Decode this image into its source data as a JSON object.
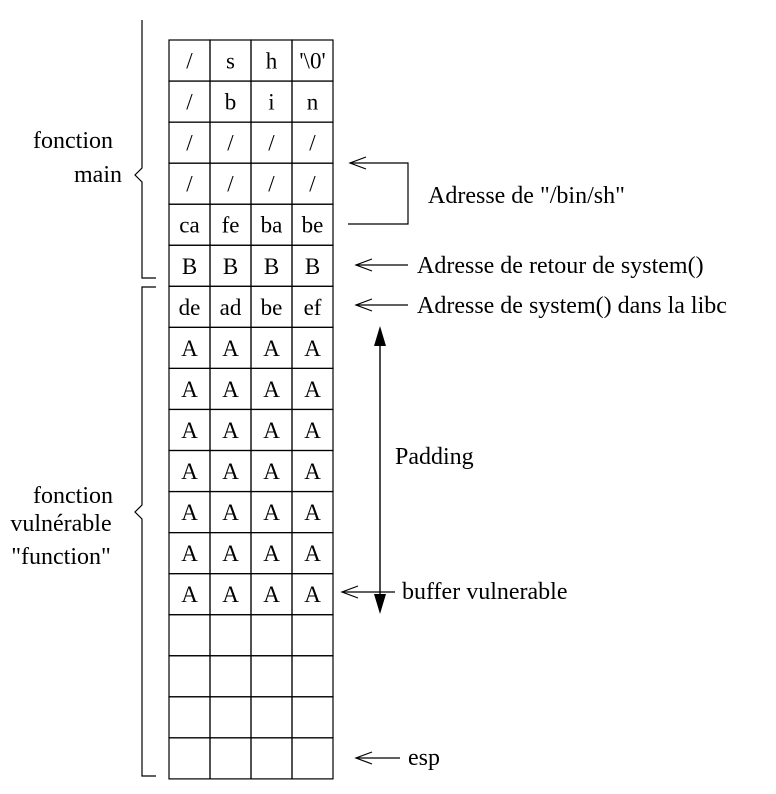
{
  "stack": {
    "rows": [
      [
        "/",
        "s",
        "h",
        "'\\0'"
      ],
      [
        "/",
        "b",
        "i",
        "n"
      ],
      [
        "/",
        "/",
        "/",
        "/"
      ],
      [
        "/",
        "/",
        "/",
        "/"
      ],
      [
        "ca",
        "fe",
        "ba",
        "be"
      ],
      [
        "B",
        "B",
        "B",
        "B"
      ],
      [
        "de",
        "ad",
        "be",
        "ef"
      ],
      [
        "A",
        "A",
        "A",
        "A"
      ],
      [
        "A",
        "A",
        "A",
        "A"
      ],
      [
        "A",
        "A",
        "A",
        "A"
      ],
      [
        "A",
        "A",
        "A",
        "A"
      ],
      [
        "A",
        "A",
        "A",
        "A"
      ],
      [
        "A",
        "A",
        "A",
        "A"
      ],
      [
        "A",
        "A",
        "A",
        "A"
      ],
      [
        "",
        "",
        "",
        ""
      ],
      [
        "",
        "",
        "",
        ""
      ],
      [
        "",
        "",
        "",
        ""
      ],
      [
        "",
        "",
        "",
        ""
      ]
    ]
  },
  "frames": {
    "main": [
      "fonction",
      "main"
    ],
    "vulnerable": [
      "fonction",
      "vulnérable",
      "\"function\""
    ]
  },
  "annotations": {
    "binsh_address": "Adresse de \"/bin/sh\"",
    "system_return": "Adresse de retour de system()",
    "system_libc": "Adresse de system() dans la libc",
    "padding": "Padding",
    "buffer": "buffer vulnerable",
    "esp": "esp"
  }
}
